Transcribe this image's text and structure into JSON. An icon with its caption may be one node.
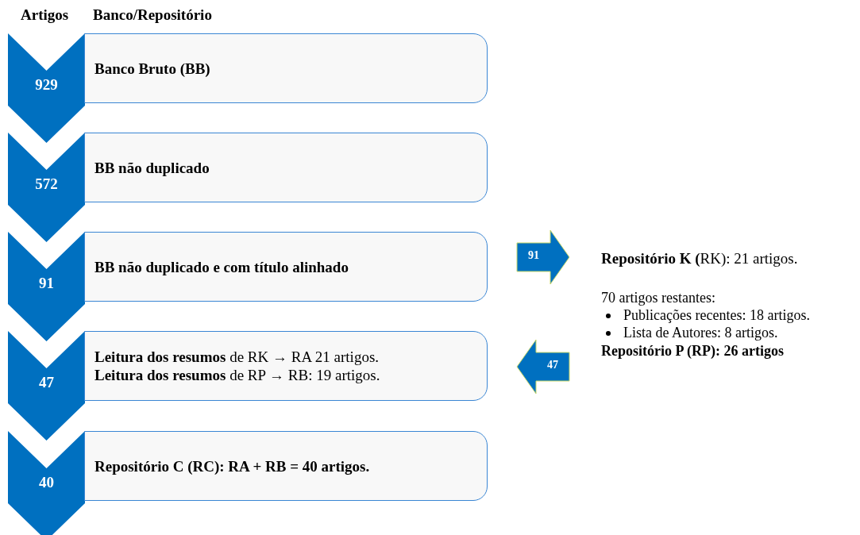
{
  "diagram": {
    "nodes": [
      {
        "text": [
          "929"
        ]
      },
      {
        "text": [
          "Banco Bruto (BB)"
        ]
      },
      {
        "text": [
          "572"
        ]
      },
      {
        "text": [
          "BB não duplicado"
        ]
      },
      {
        "text": [
          "91"
        ]
      },
      {
        "text": [
          "BB não duplicado e com título alinhado"
        ]
      },
      {
        "text": [
          "91"
        ]
      },
      {
        "text": [
          "47"
        ]
      },
      {
        "text": [
          "**Leitura dos resumos** de RK → RA 21 artigos.",
          "**Leitura dos resumos** de RP → RB: 19 artigos."
        ]
      },
      {
        "text": [
          "47"
        ]
      },
      {
        "text": [
          "40"
        ]
      },
      {
        "text": [
          "Repositório C (RC): RA + RB = 40 artigos."
        ]
      }
    ],
    "labels": [
      "Artigos",
      "Banco/Repositório",
      "**Repositório K (**RK): 21 artigos.",
      "70 artigos restantes:",
      "Publicações recentes: 18 artigos.",
      "Lista de Autores: 8 artigos.",
      "Repositório P (RP): 26 artigos"
    ]
  }
}
